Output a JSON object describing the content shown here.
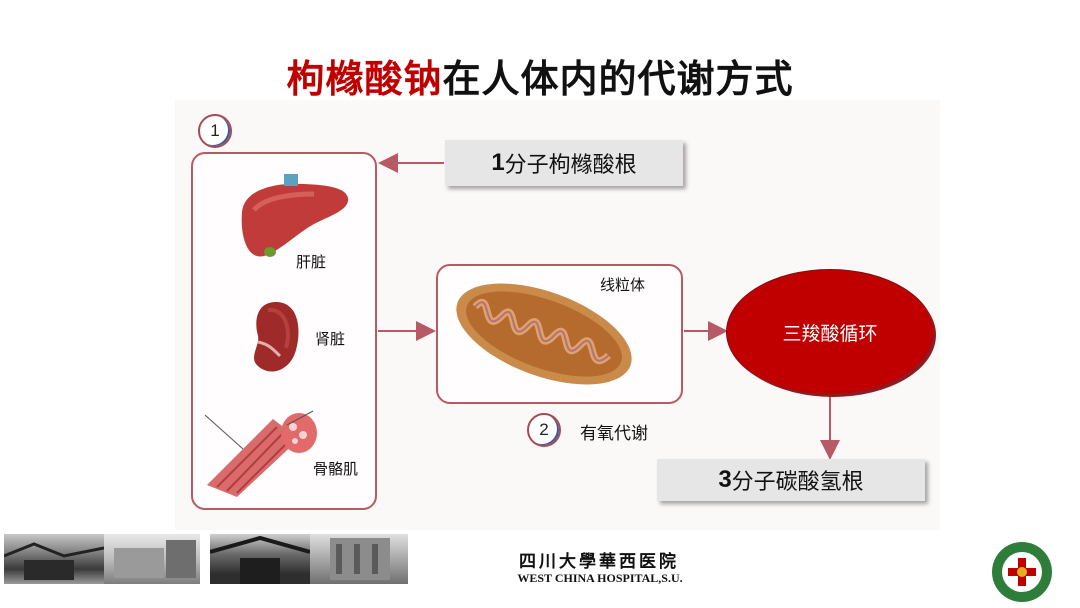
{
  "title": {
    "red_part": "枸橼酸钠",
    "black_part": "在人体内的代谢方式"
  },
  "step1": {
    "number": "1"
  },
  "step2": {
    "number": "2",
    "label": "有氧代谢"
  },
  "input_box": {
    "number": "1",
    "text": "分子枸橼酸根"
  },
  "organs": [
    {
      "label": "肝脏",
      "icon": "liver-icon"
    },
    {
      "label": "肾脏",
      "icon": "kidney-icon"
    },
    {
      "label": "骨骼肌",
      "icon": "muscle-icon"
    }
  ],
  "mitochondria": {
    "label": "线粒体",
    "icon": "mitochondria-icon"
  },
  "tca_cycle": {
    "label": "三羧酸循环",
    "color": "#c00000"
  },
  "output_box": {
    "number": "3",
    "text": "分子碳酸氢根"
  },
  "footer": {
    "hospital_cn": "四川大學華西医院",
    "hospital_en": "WEST CHINA HOSPITAL,S.U.",
    "logo": "hospital-logo-icon"
  },
  "colors": {
    "arrow": "#b85a66",
    "border": "#b85a66",
    "title_red": "#c00000"
  }
}
